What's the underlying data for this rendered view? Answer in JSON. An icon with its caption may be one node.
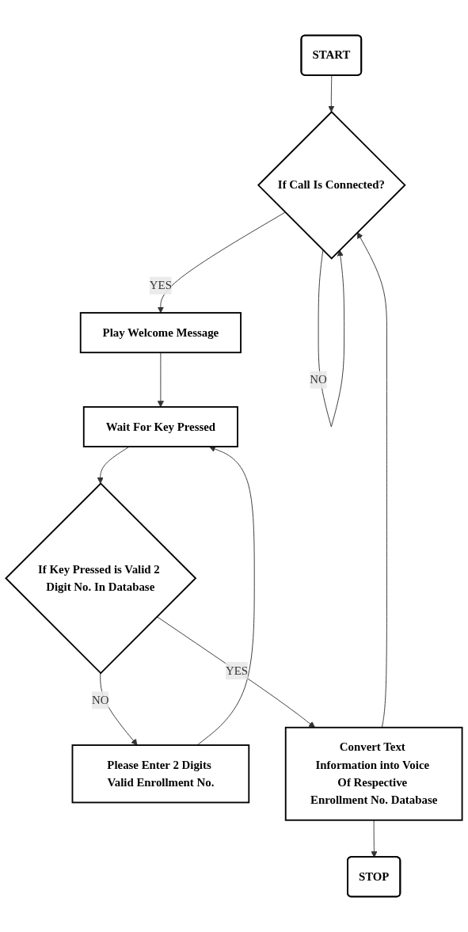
{
  "diagram": {
    "nodes": [
      {
        "text": [
          "START"
        ]
      },
      {
        "text": [
          "If Call Is Connected?"
        ]
      },
      {
        "text": [
          "Play Welcome Message"
        ]
      },
      {
        "text": [
          "Wait For Key Pressed"
        ]
      },
      {
        "text": [
          "If Key Pressed is Valid 2 Digit No. In Database"
        ]
      },
      {
        "text": [
          "Please Enter 2 Digits Valid Enrollment No."
        ]
      },
      {
        "text": [
          "Convert Text Information into Voice Of Respective Enrollment No. Database"
        ]
      },
      {
        "text": [
          "STOP"
        ]
      }
    ],
    "edges": [
      {
        "from": 0,
        "to": 1,
        "arrow": "to"
      },
      {
        "from": 1,
        "to": 1,
        "arrow": "to",
        "label": "NO"
      },
      {
        "from": 1,
        "to": 2,
        "arrow": "to",
        "label": "YES"
      },
      {
        "from": 2,
        "to": 3,
        "arrow": "to"
      },
      {
        "from": 3,
        "to": 4,
        "arrow": "to"
      },
      {
        "from": 4,
        "to": 5,
        "arrow": "to",
        "label": "NO"
      },
      {
        "from": 5,
        "to": 3,
        "arrow": "to"
      },
      {
        "from": 4,
        "to": 6,
        "arrow": "to",
        "label": "YES"
      },
      {
        "from": 6,
        "to": 7,
        "arrow": "to"
      },
      {
        "from": 6,
        "to": 1,
        "arrow": "to"
      }
    ]
  }
}
